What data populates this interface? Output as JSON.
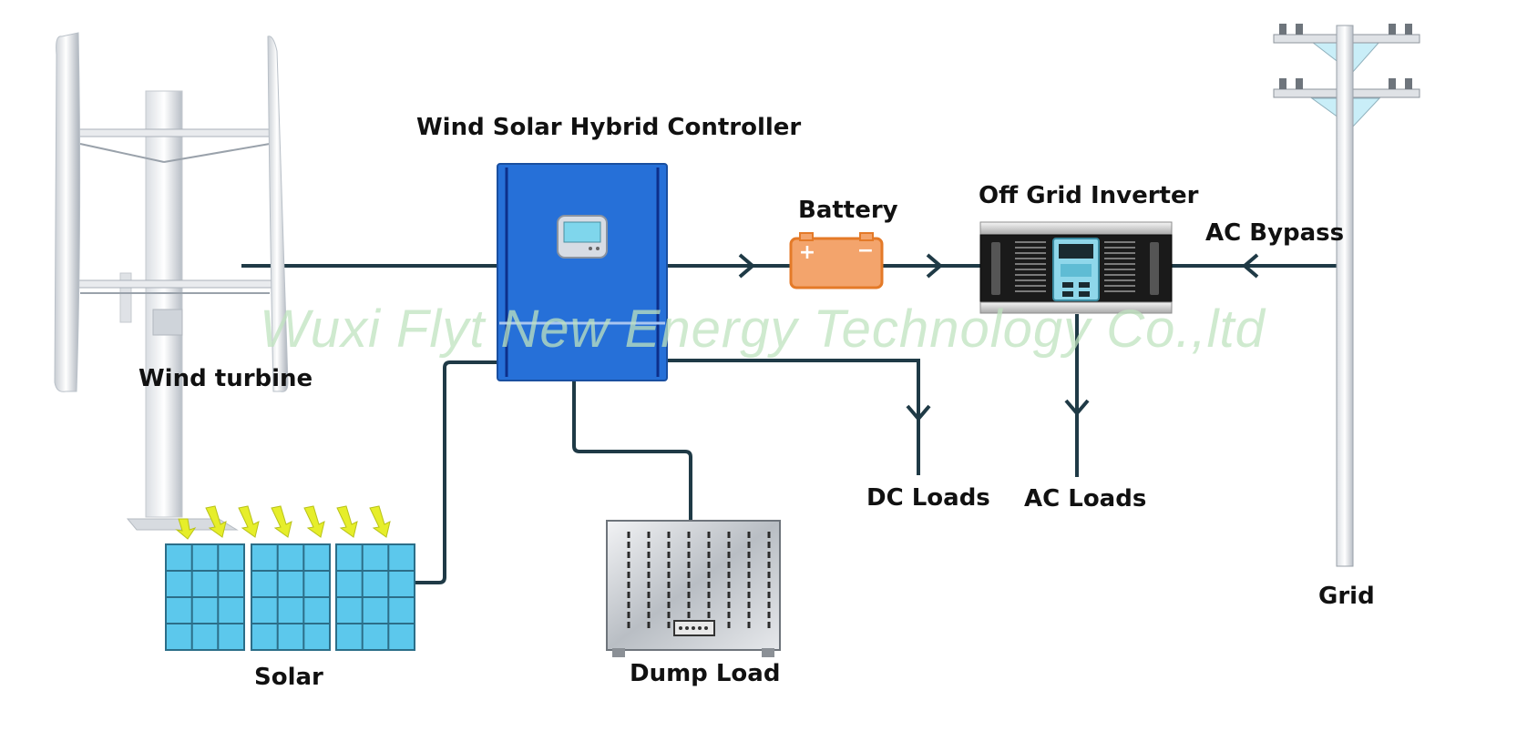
{
  "labels": {
    "controller": "Wind Solar Hybrid Controller",
    "battery": "Battery",
    "inverter": "Off Grid Inverter",
    "ac_bypass": "AC Bypass",
    "wind_turbine": "Wind turbine",
    "solar": "Solar",
    "dump_load": "Dump Load",
    "dc_loads": "DC Loads",
    "ac_loads": "AC Loads",
    "grid": "Grid"
  },
  "battery_symbols": {
    "plus": "+",
    "minus": "−"
  },
  "watermark": "Wuxi Flyt New Energy Technology Co.,ltd",
  "colors": {
    "wire": "#1f3a46",
    "controller_blue": "#2670d8",
    "battery_orange": "#f3a46c",
    "solar_cyan": "#5cc8ec",
    "sun_arrow": "#e6ee2a",
    "label": "#111111",
    "watermark": "#bfe3bf"
  }
}
